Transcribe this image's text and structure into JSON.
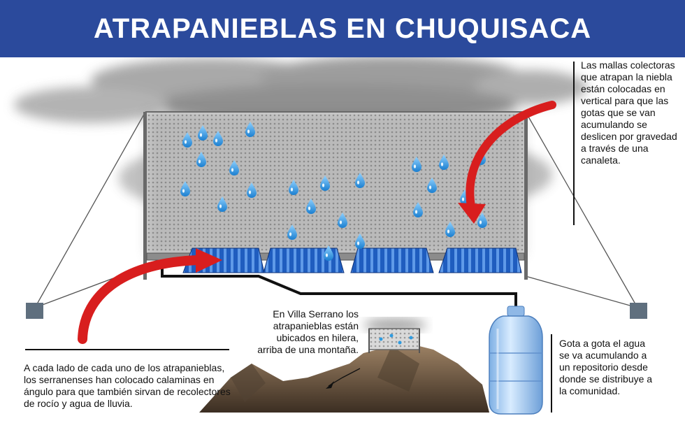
{
  "title": "ATRAPANIEBLAS EN CHUQUISACA",
  "annotations": {
    "mesh": "Las mallas colectoras que atrapan la niebla están colocadas en vertical para que las gotas que se van acumulando se deslicen por gravedad a través de una canaleta.",
    "side_calaminas": "A cada lado de cada uno de los atrapanieblas, los serranenses han colocado calaminas en ángulo para que también sirvan de recolectores de rocío y agua de lluvia.",
    "villa_serrano": "En Villa Serrano los atrapanieblas están ubicados en hilera, arriba de una montaña.",
    "gota_a_gota": "Gota a gota el agua se va acumulando a un repositorio desde donde se distribuye a la comunidad."
  },
  "colors": {
    "title_bar": "#2b4a9c",
    "title_text": "#ffffff",
    "mesh": "#d7d7d7",
    "drops": "#2f9be0",
    "calamina": "#1e5fc0",
    "arrow": "#d81e1e",
    "mountain": "#6e5a46",
    "bottle": "#a9c8ec",
    "fog": "#8f8f8f"
  },
  "icons": [
    "water-drop-icon",
    "curved-arrow-icon",
    "water-jug-icon",
    "mountain-icon",
    "cloud-icon"
  ]
}
